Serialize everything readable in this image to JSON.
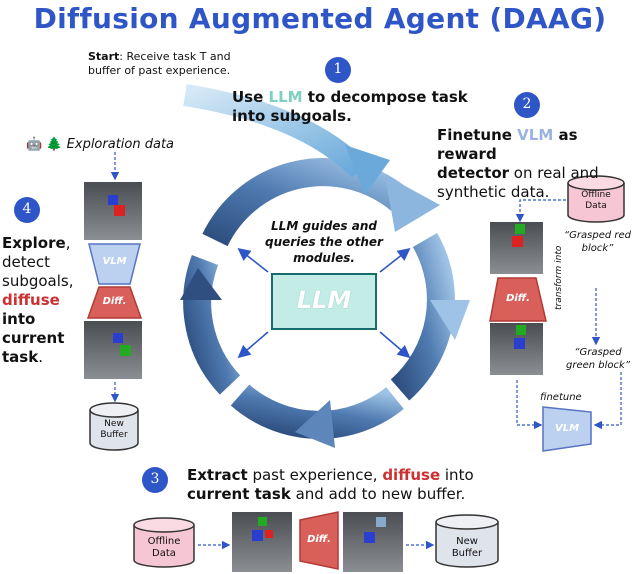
{
  "title": "Diffusion Augmented Agent (DAAG)",
  "start": {
    "label": "Start",
    "text": ": Receive task T and",
    "text2": "buffer of past experience."
  },
  "steps": {
    "s1": {
      "num": "1",
      "pre": "Use ",
      "llm": "LLM",
      "post": " to decompose task",
      "line2": "into subgoals."
    },
    "s2": {
      "num": "2",
      "finetune": "Finetune ",
      "vlm": "VLM",
      "as_reward": " as reward",
      "detector": "detector",
      "on_real": " on real and",
      "synthetic": "synthetic data."
    },
    "s3": {
      "num": "3",
      "extract": "Extract",
      "past": " past experience, ",
      "diffuse": "diffuse",
      "into": " into",
      "current": "current task",
      "rest": " and add to new buffer."
    },
    "s4": {
      "num": "4",
      "explore": "Explore",
      "comma": ",",
      "detect": "detect",
      "subgoals": "subgoals,",
      "diffuse": "diffuse",
      "into": "into",
      "current": "current",
      "task": "task",
      "dot": "."
    }
  },
  "exploration_label": "Exploration data",
  "exploration_emoji": "🤖 🌲",
  "center": {
    "guide1": "LLM guides and",
    "guide2": "queries the other",
    "guide3": "modules.",
    "box": "LLM"
  },
  "labels": {
    "vlm": "VLM",
    "diff": "Diff.",
    "offline1": "Offline",
    "offline2": "Data",
    "new1": "New",
    "new2": "Buffer",
    "grasped_red1": "“Grasped red",
    "grasped_red2": "block”",
    "transform": "transform into",
    "grasped_green1": "“Grasped",
    "grasped_green2": "green block”",
    "finetune": "finetune"
  },
  "colors": {
    "title": "#2f56c6",
    "llm": "#7fd0c3",
    "vlm_fill": "#bcd0f0",
    "diff_fill": "#d9605a",
    "offline_fill": "#f7c6d4",
    "buffer_fill": "#dfe3ea",
    "ring_dark": "#2e4f80",
    "ring_light": "#9ec3e6",
    "circle": "#2f56c6"
  }
}
